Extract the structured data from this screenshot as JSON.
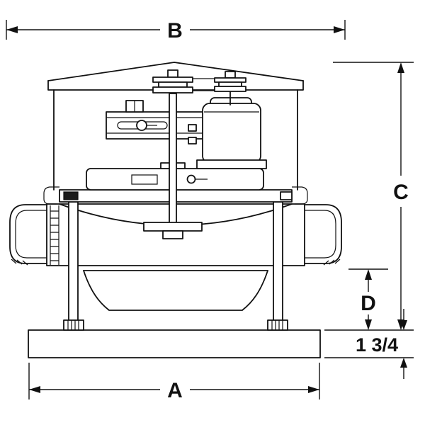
{
  "diagram": {
    "labels": {
      "dim_b": "B",
      "dim_a": "A",
      "dim_c": "C",
      "dim_d": "D",
      "dim_base_thickness": "1 3/4"
    },
    "colors": {
      "line": "#111111",
      "background": "#ffffff"
    }
  }
}
